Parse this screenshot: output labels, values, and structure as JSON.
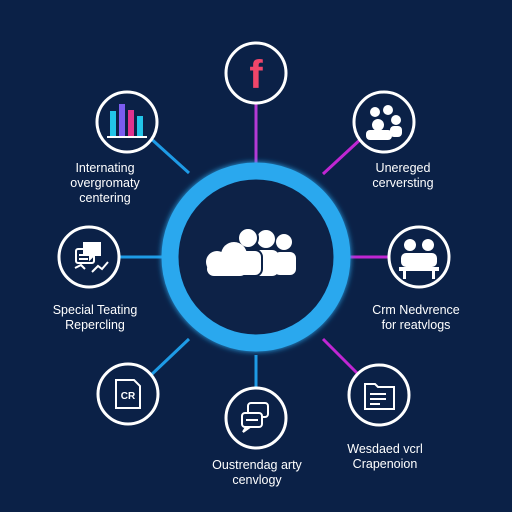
{
  "hub": {
    "icon": "group-people-cloud-icon",
    "ring_color": "#29a8ee"
  },
  "colors": {
    "background": "#0b2147",
    "ring": "#29a8ee",
    "connector_blue": "#1e8ee0",
    "connector_magenta": "#c026d3",
    "node_border": "#ffffff",
    "facebook_red": "#f0466a",
    "bars": [
      "#22c4e8",
      "#7b5cf0",
      "#e0338e",
      "#22c4e8"
    ]
  },
  "nodes": {
    "top": {
      "icon": "facebook-icon",
      "glyph": "f"
    },
    "top_left": {
      "icon": "bar-chart-icon",
      "label_lines": [
        "Internating",
        "overgromaty",
        "centering"
      ]
    },
    "top_right": {
      "icon": "team-group-icon",
      "label_lines": [
        "Unereged",
        "cerversting"
      ]
    },
    "mid_left": {
      "icon": "chat-chart-icon",
      "label_lines": [
        "Special Teating",
        "Repercling"
      ]
    },
    "mid_right": {
      "icon": "meeting-people-icon",
      "label_lines": [
        "Crm Nedvrence",
        "for reatvlogs"
      ]
    },
    "bottom_left": {
      "icon": "document-icon",
      "doc_text": "CR"
    },
    "bottom_mid": {
      "icon": "chat-bubbles-icon",
      "label_lines": [
        "Oustrendag arty",
        "cenvlogy"
      ]
    },
    "bottom_right": {
      "icon": "folder-list-icon",
      "label_lines": [
        "Wesdaed vcrl",
        "Crapenoion"
      ]
    }
  }
}
